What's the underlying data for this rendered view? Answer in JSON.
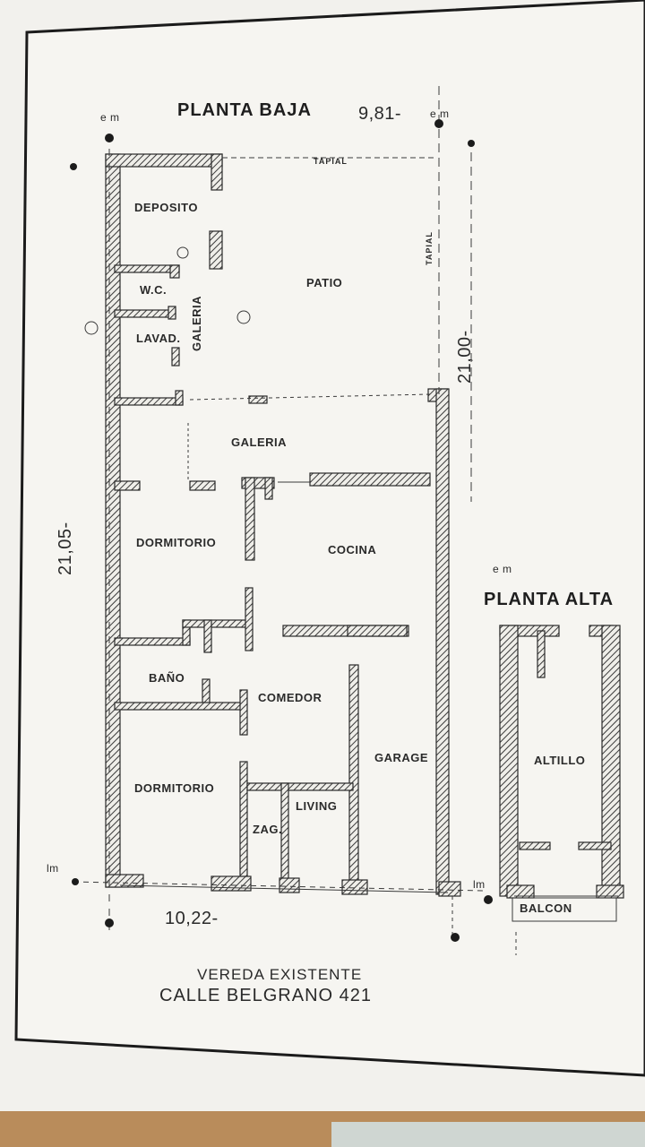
{
  "titles": {
    "planta_baja": "PLANTA BAJA",
    "planta_alta": "PLANTA ALTA"
  },
  "dimensions": {
    "top_width": "9,81-",
    "bottom_width": "10,22-",
    "left_depth": "21,05-",
    "right_depth": "21,00-"
  },
  "rooms": {
    "deposito": "DEPOSITO",
    "wc": "W.C.",
    "lavadero": "LAVAD.",
    "galeria_vertical": "GALERIA",
    "patio": "PATIO",
    "tapial_top": "TAPIAL",
    "tapial_side": "TAPIAL",
    "galeria": "GALERIA",
    "dormitorio_1": "DORMITORIO",
    "cocina": "COCINA",
    "bano": "BAÑO",
    "comedor": "COMEDOR",
    "garage": "GARAGE",
    "dormitorio_2": "DORMITORIO",
    "living": "LIVING",
    "zaguan": "ZAG.",
    "altillo": "ALTILLO",
    "balcon": "BALCON"
  },
  "marks": {
    "em_1": "e m",
    "em_2": "e m",
    "em_3": "e m",
    "lm_1": "lm",
    "lm_2": "lm"
  },
  "footer": {
    "vereda": "VEREDA EXISTENTE",
    "calle": "CALLE BELGRANO 421"
  },
  "colors": {
    "wall_hatch": "#3a3a3a",
    "paper": "#f4f3ef",
    "ink": "#2a2a2a"
  }
}
